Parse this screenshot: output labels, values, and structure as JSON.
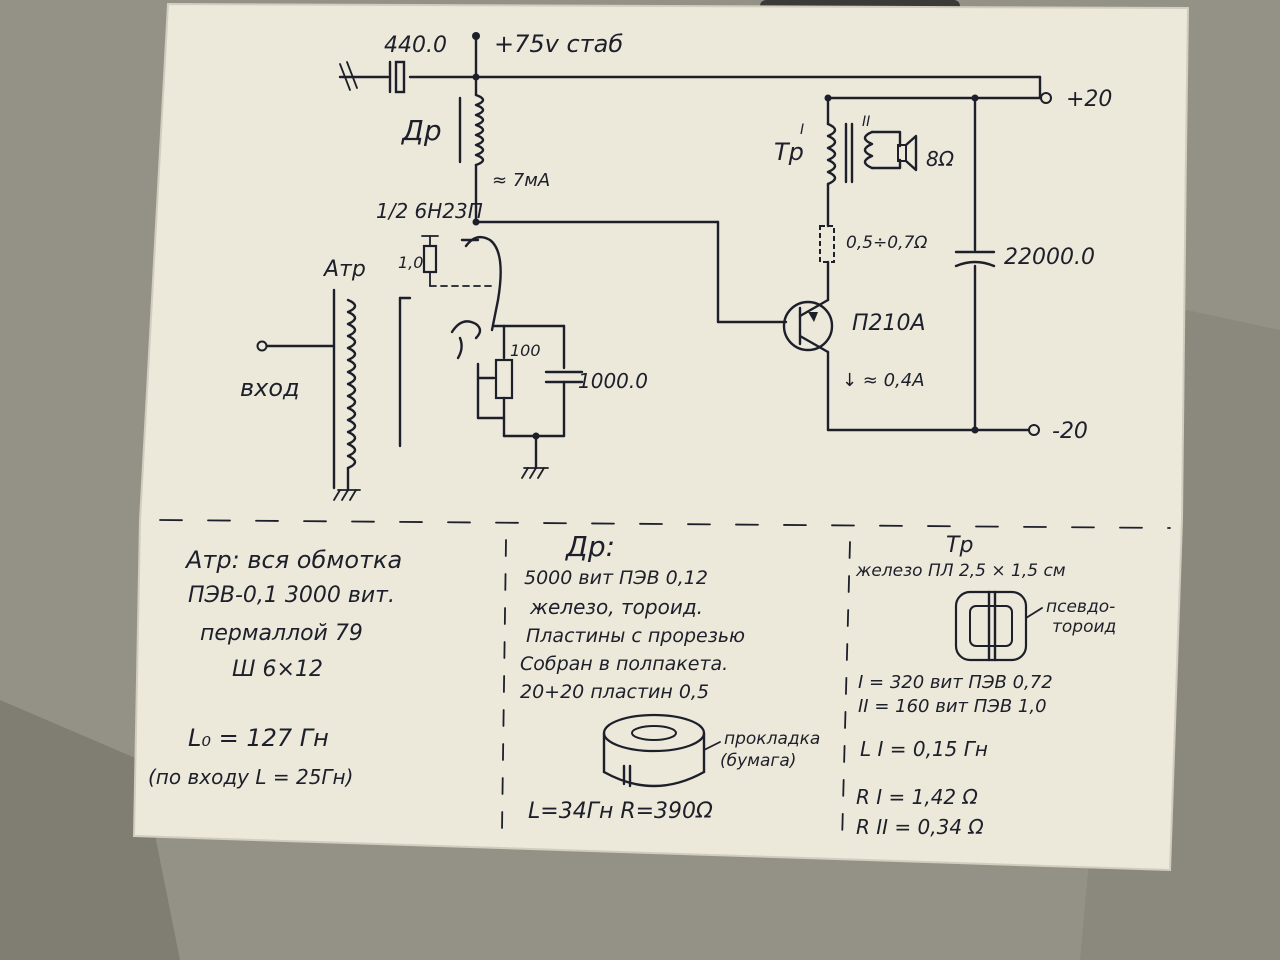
{
  "schematic": {
    "supply_label": "+75v стаб",
    "input_cap": "440.0",
    "choke": "Др",
    "choke_current": "≈ 7мА",
    "tube": "1/2 6Н23П",
    "grid_resistor": "1,0",
    "input_transformer": "Атр",
    "input_label": "вход",
    "cathode_resistor": "100",
    "cathode_cap": "1000.0",
    "output_transformer": "Тр",
    "winding_primary": "I",
    "winding_secondary": "II",
    "speaker_impedance": "8Ω",
    "emitter_resistor": "0,5÷0,7Ω",
    "filter_cap": "22000.0",
    "transistor": "П210А",
    "collector_current": "↓ ≈ 0,4А",
    "plus_rail": "+20",
    "minus_rail": "-20"
  },
  "notes": {
    "atr": {
      "line1": "Атр: вся обмотка",
      "line2": "ПЭВ-0,1  3000 вит.",
      "line3": "пермаллой 79",
      "line4": "Ш 6×12",
      "line5": "L₀ = 127 Гн",
      "line6": "(по входу  L = 25Гн)"
    },
    "dr": {
      "title": "Др:",
      "line1": "5000 вит ПЭВ 0,12",
      "line2": "железо, тороид.",
      "line3": "Пластины с прорезью",
      "line4": "Собран в полпакета.",
      "line5": "20+20 пластин 0,5",
      "spacer_label1": "прокладка",
      "spacer_label2": "(бумага)",
      "line6": "L=34Гн   R=390Ω"
    },
    "tr": {
      "title": "Тр",
      "line1": "железо ПЛ  2,5 × 1,5 см",
      "core_label1": "псевдо-",
      "core_label2": "тороид",
      "line2": "I = 320 вит  ПЭВ 0,72",
      "line3": "II = 160 вит  ПЭВ 1,0",
      "line4": "L I = 0,15 Гн",
      "line5": "R I = 1,42 Ω",
      "line6": "R II = 0,34 Ω"
    }
  },
  "colors": {
    "paper": "#ece8da",
    "ink": "#1d1f2a",
    "bench": "#8c8a80"
  }
}
